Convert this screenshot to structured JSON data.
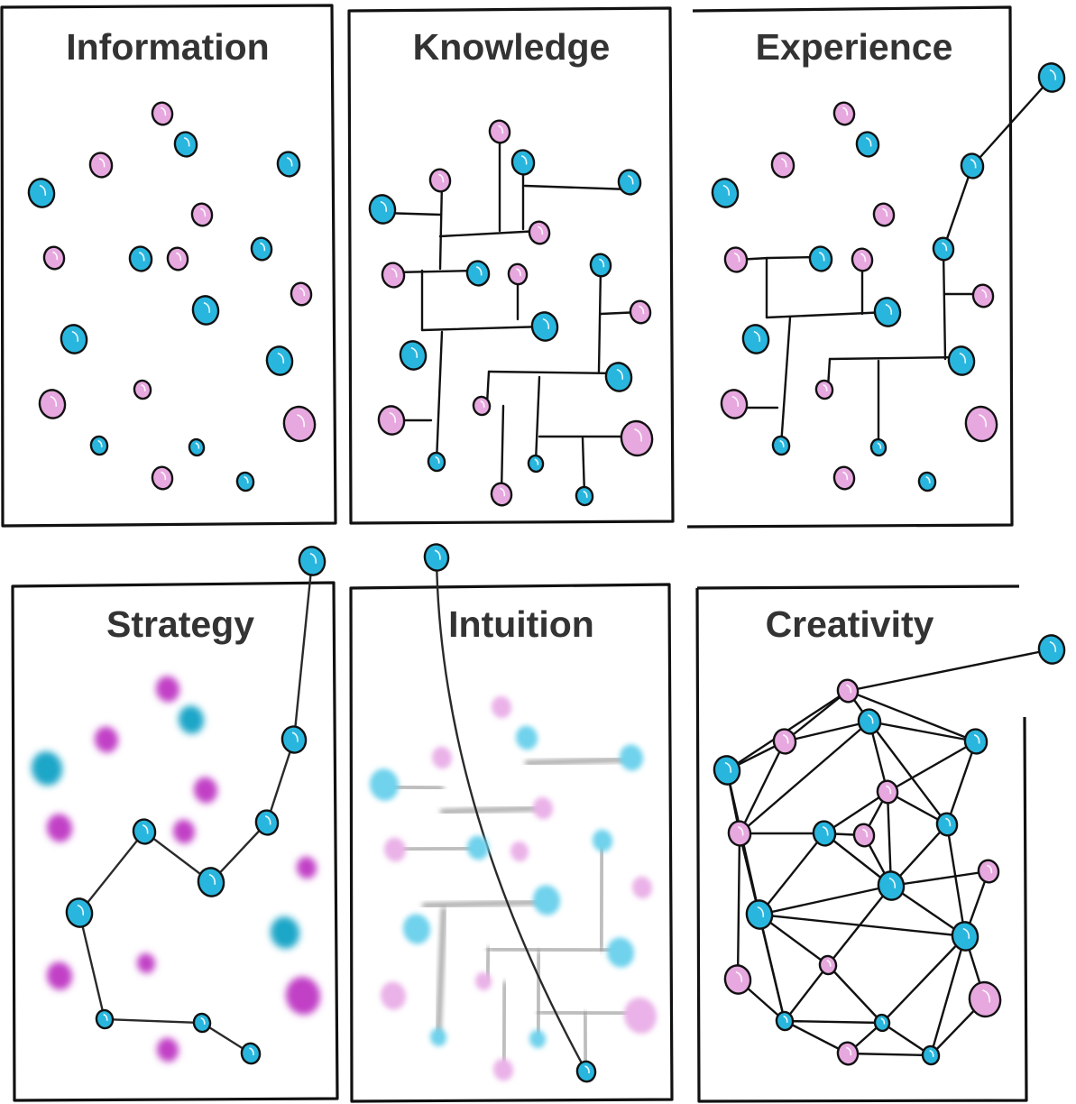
{
  "colors": {
    "pink": "#e7a8df",
    "cyan": "#29b6de",
    "pink_blur": "#c13fc6",
    "cyan_blur": "#1aa6c8",
    "pink_light": "#eab2e8",
    "cyan_light": "#6fd2ec"
  },
  "panels": [
    {
      "id": "information",
      "title": "Information"
    },
    {
      "id": "knowledge",
      "title": "Knowledge"
    },
    {
      "id": "experience",
      "title": "Experience"
    },
    {
      "id": "strategy",
      "title": "Strategy"
    },
    {
      "id": "intuition",
      "title": "Intuition"
    },
    {
      "id": "creativity",
      "title": "Creativity"
    }
  ]
}
